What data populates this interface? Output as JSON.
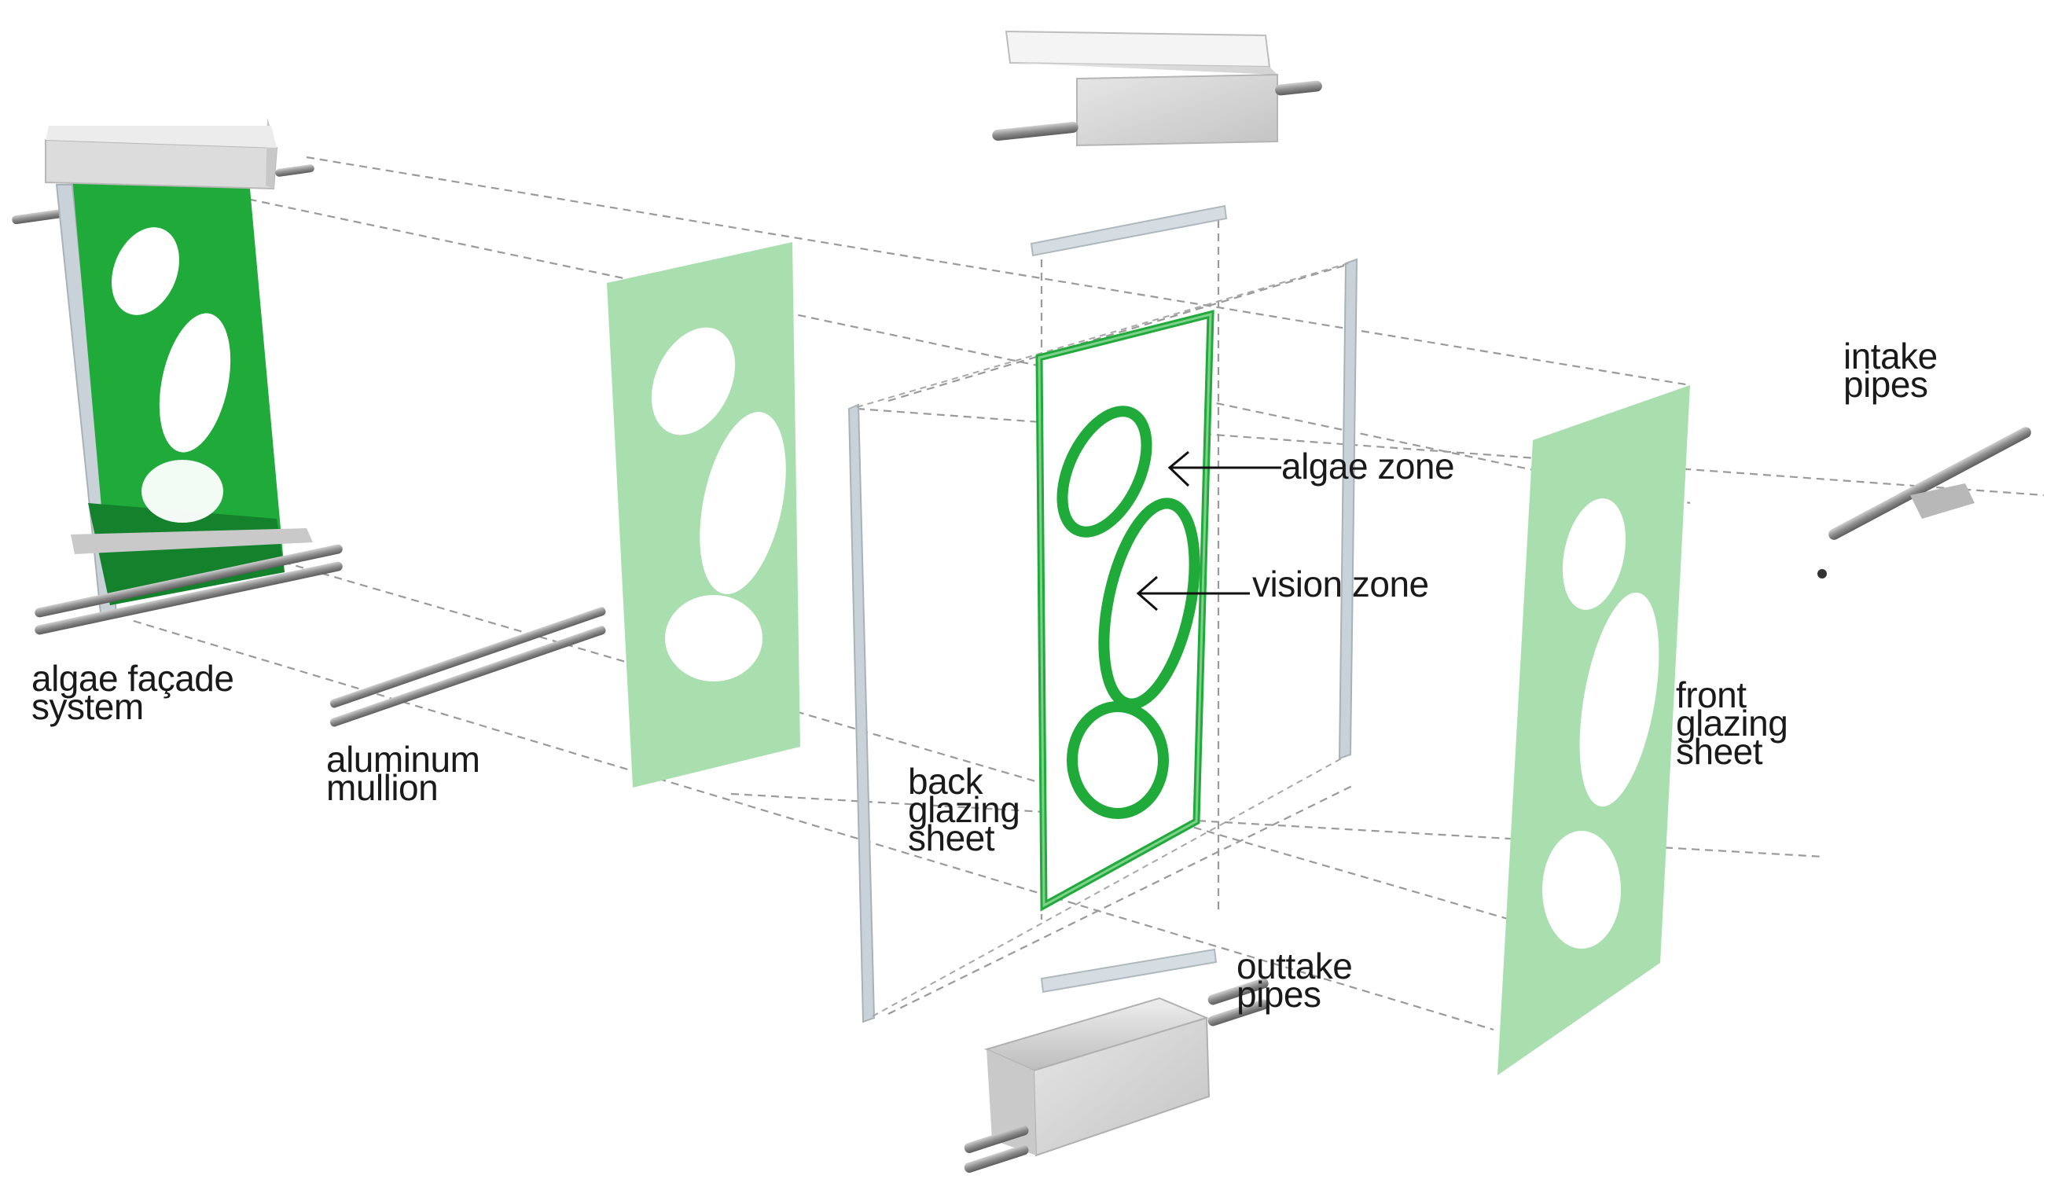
{
  "labels": {
    "algae_facade_system": [
      "algae façade",
      "system"
    ],
    "aluminum_mullion": [
      "aluminum",
      "mullion"
    ],
    "back_glazing_sheet": [
      "back",
      "glazing",
      "sheet"
    ],
    "algae_zone": "algae zone",
    "vision_zone": "vision zone",
    "intake_pipes": [
      "intake",
      "pipes"
    ],
    "front_glazing_sheet": [
      "front",
      "glazing",
      "sheet"
    ],
    "outtake_pipes": [
      "outtake",
      "pipes"
    ]
  },
  "colors": {
    "algae_green": "#1faa3a",
    "light_green": "#a9dfae",
    "dark_green": "#14822c",
    "frame_grey": "#c8d2d8",
    "channel_grey": "#d9d9d9",
    "pipe_grey": "#9a9a9a",
    "guide_line": "#9a9a9a",
    "text": "#1a1a1a"
  }
}
